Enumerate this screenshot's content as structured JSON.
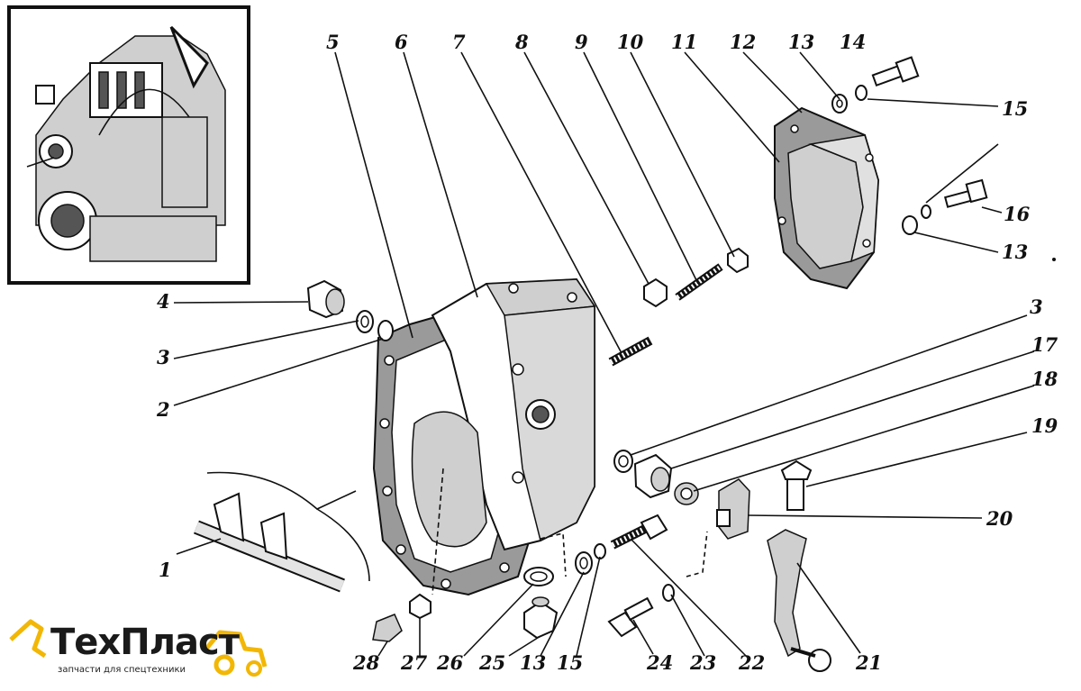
{
  "labels": [
    "1",
    "2",
    "3",
    "4",
    "5",
    "6",
    "7",
    "8",
    "9",
    "10",
    "11",
    "12",
    "13",
    "14",
    "15",
    "16",
    "13",
    "3",
    "17",
    "18",
    "19",
    "20",
    "21",
    "22",
    "23",
    "24",
    "15",
    "13",
    "25",
    "26",
    "27",
    "28"
  ],
  "logo": {
    "name": "ТехПласт",
    "tagline": "запчасти для спецтехники",
    "accent": "#f2b705"
  }
}
